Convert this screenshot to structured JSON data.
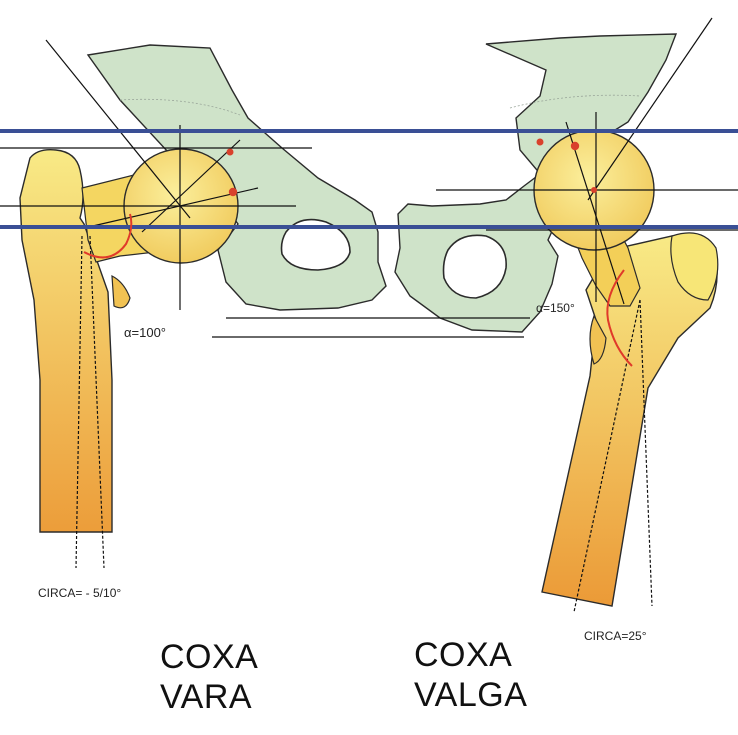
{
  "labels": {
    "vara_angle": "α=100°",
    "valga_angle": "α=150°",
    "vara_circa": "CIRCA= - 5/10°",
    "valga_circa": "CIRCA=25°",
    "vara_title_line1": "COXA",
    "vara_title_line2": "VARA",
    "valga_title_line1": "COXA",
    "valga_title_line2": "VALGA"
  },
  "colors": {
    "pelvis_fill": "#cfe3c9",
    "pelvis_stroke": "#2b2b2b",
    "bone_light": "#f6e27a",
    "bone_dark": "#eea23c",
    "reference_line_blue": "#3a4f95",
    "angle_arc_red": "#e03a2a",
    "marker_red": "#d9412c",
    "guide_line": "#111111"
  }
}
